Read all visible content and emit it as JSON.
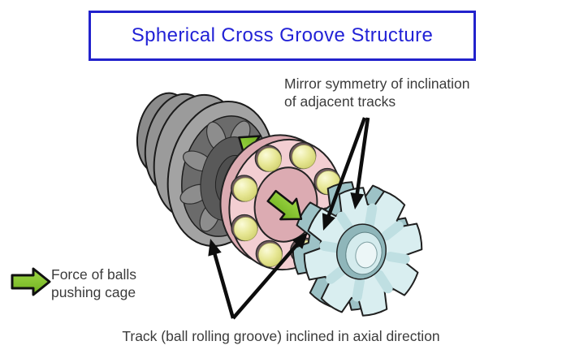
{
  "title": {
    "label": "Spherical Cross Groove Structure"
  },
  "annotations": {
    "mirror_symmetry": {
      "line1": "Mirror symmetry of inclination",
      "line2": "of adjacent tracks"
    },
    "force": {
      "line1": "Force of balls",
      "line2": "pushing cage"
    },
    "track": {
      "label": "Track (ball rolling groove) inclined in axial direction"
    }
  },
  "colors": {
    "title_blue": "#2222CC",
    "text_gray": "#3B3B3B",
    "force_arrow_green": "#8CC63E",
    "outer_race_gray": "#A3A3A3",
    "cage_pink": "#F3CED2",
    "ball_yellow": "#E3E382",
    "inner_race_cyan": "#D9EEF0",
    "annotation_black": "#0D0D0D"
  }
}
